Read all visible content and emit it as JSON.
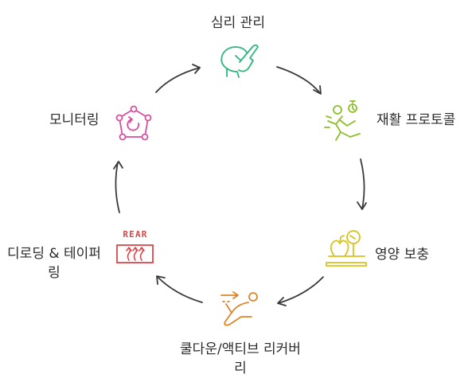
{
  "cycle": {
    "steps": [
      {
        "label": "심리 관리",
        "icon": "head-hand-icon",
        "color": "#2db67f"
      },
      {
        "label": "재활 프로토콜",
        "icon": "runner-stopwatch-icon",
        "color": "#8cbf2a"
      },
      {
        "label": "영양 보충",
        "icon": "scale-apple-icon",
        "color": "#d9c21c"
      },
      {
        "label": "쿨다운/액티브 리커버리",
        "icon": "reclining-person-icon",
        "color": "#e0862a"
      },
      {
        "label": "디로딩 & 테이퍼링",
        "icon": "rear-heater-icon",
        "color": "#d9474a",
        "icon_text": "REAR"
      },
      {
        "label": "모니터링",
        "icon": "pentagon-network-icon",
        "color": "#d84fa0"
      }
    ],
    "arrow_color": "#3a3a3a"
  }
}
